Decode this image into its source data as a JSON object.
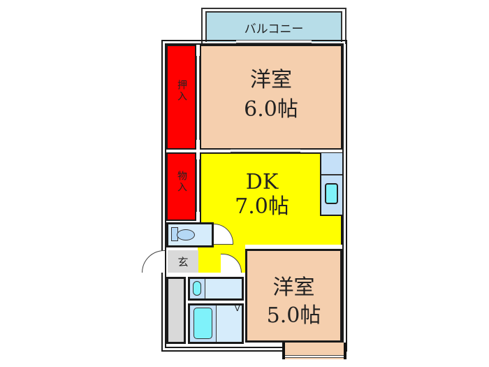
{
  "floorplan": {
    "balcony": {
      "label": "バルコニー",
      "color": "#b7dde8"
    },
    "western_room_1": {
      "name": "洋室",
      "size": "6.0帖",
      "color": "#f5cfae"
    },
    "closet_oshiire": {
      "label": "押入",
      "color": "#ff0000"
    },
    "storage_monoire": {
      "label": "物入",
      "color": "#ff0000"
    },
    "dining_kitchen": {
      "name": "DK",
      "size": "7.0帖",
      "color": "#ffff00"
    },
    "entrance": {
      "label": "玄",
      "color": "#d9d9d9"
    },
    "western_room_2": {
      "name": "洋室",
      "size": "5.0帖",
      "color": "#f5cfae"
    },
    "bath_area": {
      "mark": "V",
      "color": "#d6ecfb"
    },
    "fixture_color": "#7ff2fa",
    "wall_color": "#1a1a1a"
  }
}
